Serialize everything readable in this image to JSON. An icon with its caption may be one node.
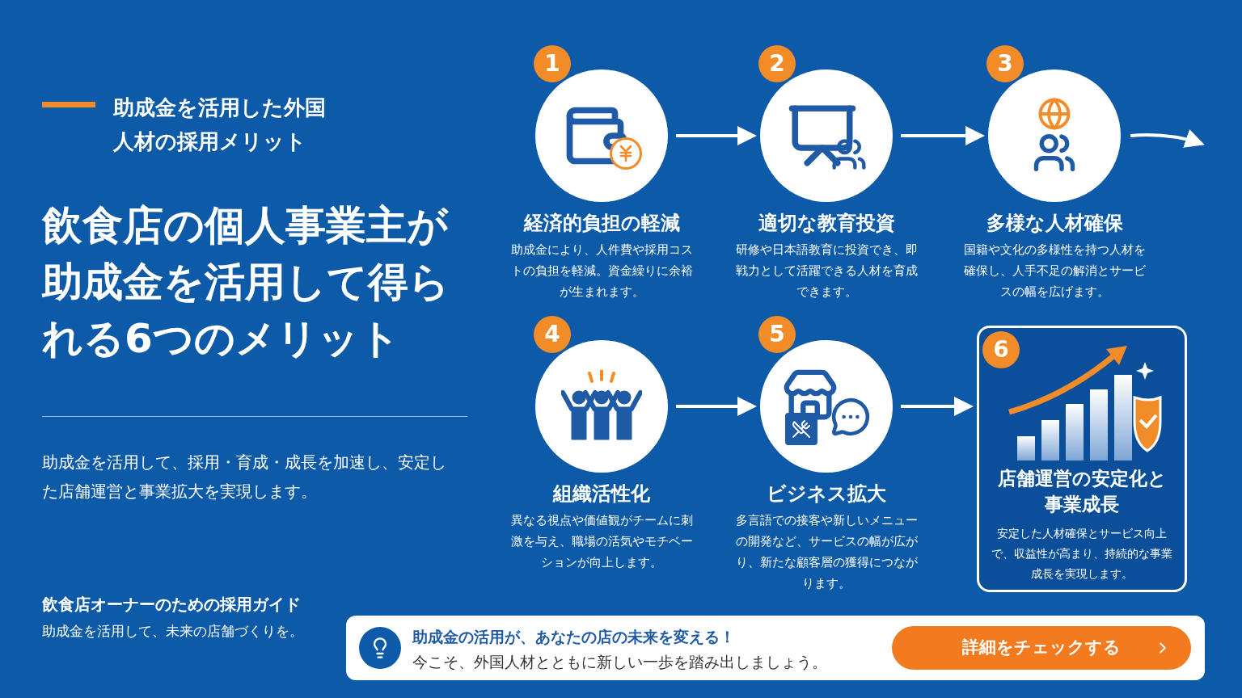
{
  "diagram": {
    "title": "飲食店の個人事業主が助成金を活用して得られる**6つのメリット**",
    "nodes": [
      {
        "text": [
          "1"
        ],
        "beside": [
          "経済的負担の軽減",
          "助成金により、人件費や採用コストの負担を軽減。資金繰りに余裕が生まれます。"
        ]
      },
      {
        "text": [
          "2"
        ],
        "beside": [
          "適切な教育投資",
          "研修や日本語教育に投資でき、即戦力として活躍できる人材を育成できます。"
        ]
      },
      {
        "text": [
          "3"
        ],
        "beside": [
          "多様な人材確保",
          "国籍や文化の多様性を持つ人材を確保し、人手不足の解消とサービスの幅を広げます。"
        ]
      },
      {
        "text": [
          "4"
        ],
        "beside": [
          "組織活性化",
          "異なる視点や価値観がチームに刺激を与え、職場の活気やモチベーションが向上します。"
        ]
      },
      {
        "text": [
          "5"
        ],
        "beside": [
          "ビジネス拡大",
          "多言語での接客や新しいメニューの開発など、サービスの幅が広がり、新たな顧客層の獲得につながります。"
        ]
      },
      {
        "text": [
          "6",
          "**店舗運営の安定化**と**事業成長**",
          "安定した人材確保とサービス向上で、収益性が高まり、持続的な事業成長を実現します。"
        ]
      }
    ],
    "edges": [
      {
        "from": 0,
        "to": 1,
        "arrow": "to"
      },
      {
        "from": 1,
        "to": 2,
        "arrow": "to"
      },
      {
        "from": 2,
        "to": null,
        "arrow": "to"
      },
      {
        "from": 3,
        "to": 4,
        "arrow": "to"
      },
      {
        "from": 4,
        "to": 5,
        "arrow": "to"
      }
    ],
    "labels": [
      "助成金を活用した外国人材の採用メリット",
      "助成金を活用して、採用・育成・成長を加速し、安定した店舗運営と事業拡大を実現します。",
      "飲食店オーナーのための採用ガイド",
      "助成金を活用して、未来の店舗づくりを。",
      "助成金の活用が、あなたの店の未来を変える！",
      "今こそ、外国人材とともに新しい一歩を踏み出しましょう。",
      "詳細をチェックする"
    ]
  }
}
